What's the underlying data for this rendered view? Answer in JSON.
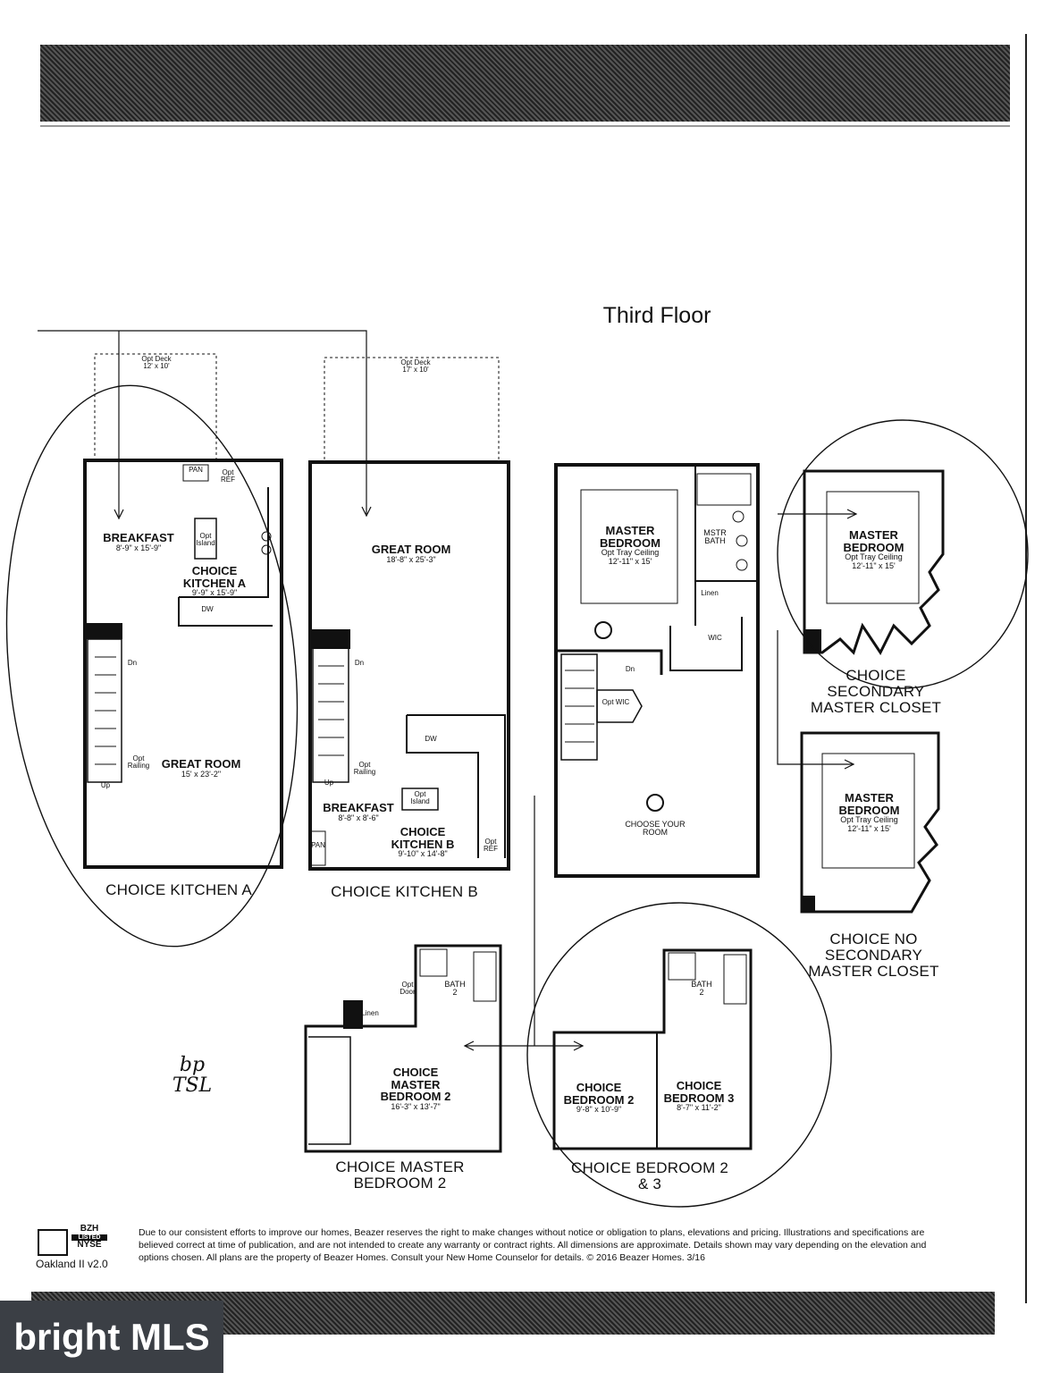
{
  "floor_title": "Third Floor",
  "plans": {
    "kitchen_a": {
      "caption": "CHOICE KITCHEN A",
      "deck": {
        "name": "Opt Deck",
        "dim": "12' x 10'"
      },
      "pan": "PAN",
      "opt_ref": "Opt REF",
      "breakfast": {
        "name": "BREAKFAST",
        "dim": "8'-9\" x 15'-9\""
      },
      "opt_island": "Opt Island",
      "kitchen": {
        "name": "CHOICE KITCHEN A",
        "dim": "9'-9\" x 15'-9\""
      },
      "dw": "DW",
      "dn": "Dn",
      "up": "Up",
      "opt_railing": "Opt Railing",
      "great_room": {
        "name": "GREAT ROOM",
        "dim": "15' x 23'-2\""
      }
    },
    "kitchen_b": {
      "caption": "CHOICE KITCHEN B",
      "deck": {
        "name": "Opt Deck",
        "dim": "17' x 10'"
      },
      "great_room": {
        "name": "GREAT ROOM",
        "dim": "18'-8\" x 25'-3\""
      },
      "dn": "Dn",
      "up": "Up",
      "opt_railing": "Opt Railing",
      "dw": "DW",
      "breakfast": {
        "name": "BREAKFAST",
        "dim": "8'-8\" x 8'-6\""
      },
      "opt_island": "Opt Island",
      "kitchen": {
        "name": "CHOICE KITCHEN B",
        "dim": "9'-10\" x 14'-8\""
      },
      "pan": "PAN",
      "opt_ref": "Opt REF"
    },
    "third_floor": {
      "master": {
        "name": "MASTER BEDROOM",
        "sub": "Opt Tray Ceiling",
        "dim": "12'-11\" x 15'"
      },
      "mstr_bath": "MSTR BATH",
      "linen": "Linen",
      "wic": "WIC",
      "dn": "Dn",
      "opt_wic": "Opt WIC",
      "choose": "CHOOSE YOUR ROOM"
    },
    "secondary_closet": {
      "caption": "CHOICE SECONDARY MASTER CLOSET",
      "room": {
        "name": "MASTER BEDROOM",
        "sub": "Opt Tray Ceiling",
        "dim": "12'-11\" x 15'"
      }
    },
    "no_secondary": {
      "caption": "CHOICE NO SECONDARY MASTER CLOSET",
      "room": {
        "name": "MASTER BEDROOM",
        "sub": "Opt Tray Ceiling",
        "dim": "12'-11\" x 15'"
      }
    },
    "master_bedroom_2": {
      "caption": "CHOICE MASTER BEDROOM 2",
      "bath": "BATH 2",
      "opt_door": "Opt Door",
      "linen": "Linen",
      "room": {
        "name": "CHOICE MASTER BEDROOM 2",
        "dim": "16'-3\" x 13'-7\""
      }
    },
    "bedroom_2_3": {
      "caption": "CHOICE BEDROOM 2 & 3",
      "bath": "BATH 2",
      "bed2": {
        "name": "CHOICE BEDROOM 2",
        "dim": "9'-8\" x 10'-9\""
      },
      "bed3": {
        "name": "CHOICE BEDROOM 3",
        "dim": "8'-7\" x 11'-2\""
      }
    }
  },
  "handwritten_note": "bp TSL",
  "footer": {
    "bzh": "BZH",
    "listed": "LISTED",
    "nyse": "NYSE",
    "model": "Oakland II v2.0",
    "disclaimer": "Due to our consistent efforts to improve our homes, Beazer reserves the right to make changes without notice or obligation to plans, elevations and pricing. Illustrations and specifications are believed correct at time of publication, and are not intended to create any warranty or contract rights. All dimensions are approximate. Details shown may vary depending on the elevation and options chosen. All plans are the property of Beazer Homes. Consult your New Home Counselor for details. © 2016 Beazer Homes. 3/16"
  },
  "watermark": "bright MLS",
  "colors": {
    "ink": "#111111",
    "band": "#333333",
    "brand_bg": "#3b3f45"
  }
}
